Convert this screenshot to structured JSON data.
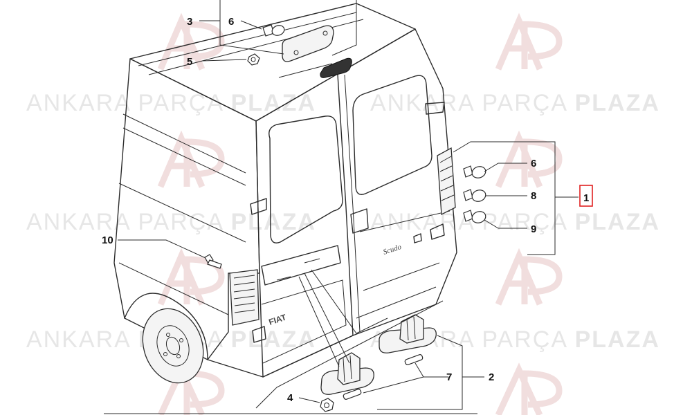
{
  "watermark": {
    "text_regular": "ANKARA PARÇA",
    "text_bold": "PLAZA",
    "logo_color": "#f1dede",
    "text_color": "#e6e6e6"
  },
  "vehicle": {
    "tailgate_badge": "FIAT",
    "door_script": "Scudo"
  },
  "callouts": [
    {
      "label": "3"
    },
    {
      "label": "6"
    },
    {
      "label": "5"
    },
    {
      "label": "6"
    },
    {
      "label": "8"
    },
    {
      "label": "9"
    },
    {
      "label": "1"
    },
    {
      "label": "10"
    },
    {
      "label": "7"
    },
    {
      "label": "2"
    },
    {
      "label": "4"
    }
  ],
  "highlight_color": "#e02020"
}
